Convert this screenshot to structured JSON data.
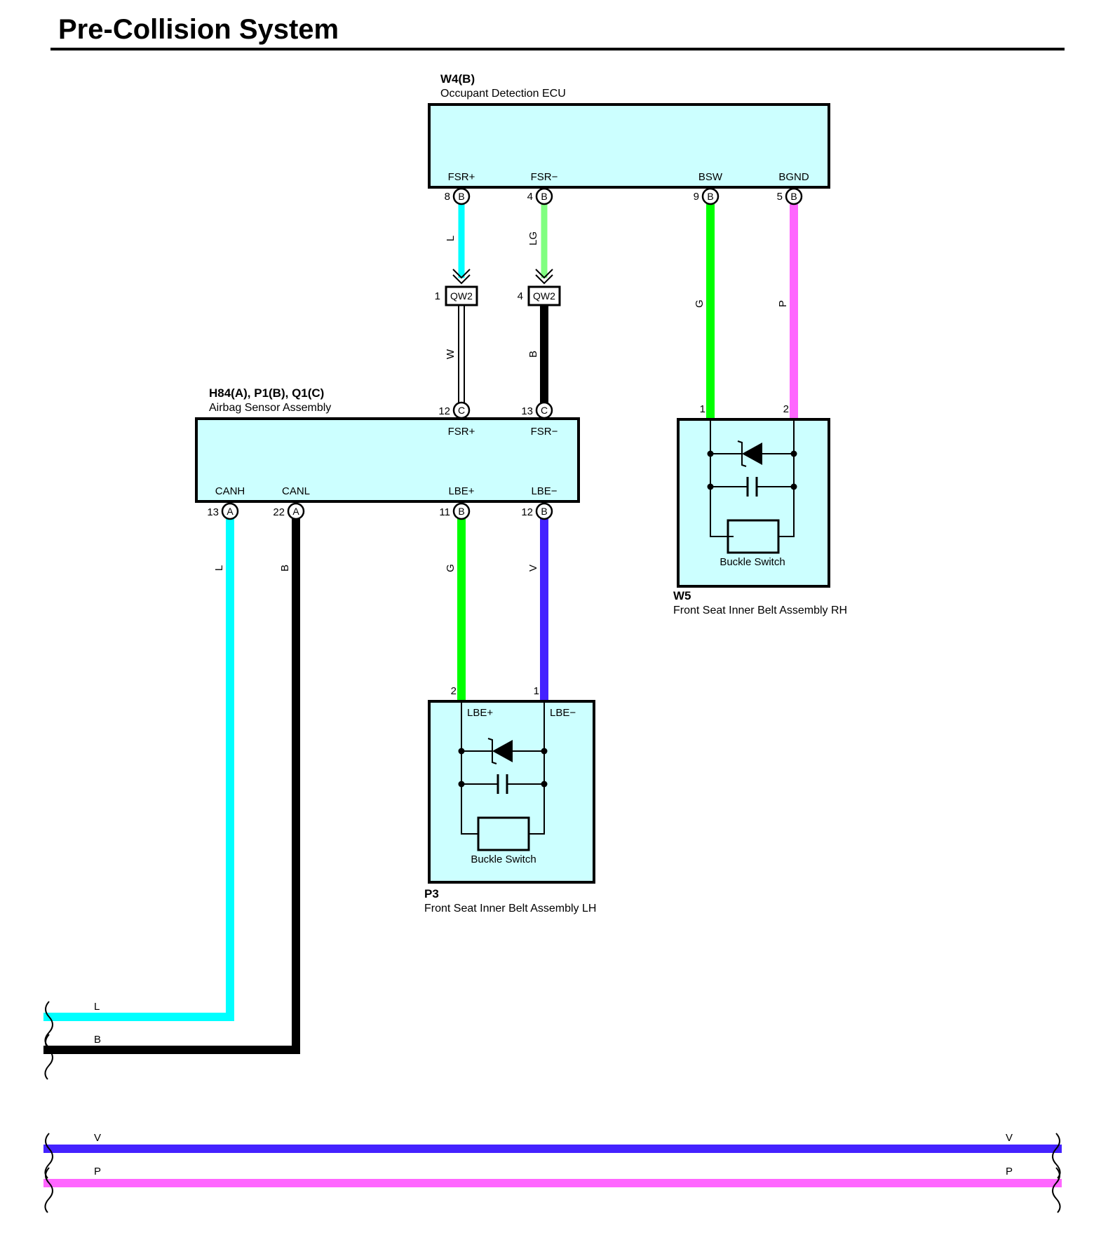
{
  "title": "Pre-Collision System",
  "colors": {
    "L": "#00ffff",
    "LG": "#80ff80",
    "G": "#00ff00",
    "P": "#ff66ff",
    "V": "#4422ff",
    "B": "#000000",
    "W": "#ffffff",
    "box_fill": "#ccffff"
  },
  "components": {
    "ecu": {
      "id": "W4(B)",
      "name": "Occupant Detection ECU",
      "pins": [
        {
          "label": "FSR+",
          "num": "8",
          "code": "B"
        },
        {
          "label": "FSR−",
          "num": "4",
          "code": "B"
        },
        {
          "label": "BSW",
          "num": "9",
          "code": "B"
        },
        {
          "label": "BGND",
          "num": "5",
          "code": "B"
        }
      ]
    },
    "airbag": {
      "id": "H84(A), P1(B), Q1(C)",
      "name": "Airbag Sensor Assembly",
      "top_pins": [
        {
          "label": "FSR+",
          "num": "12",
          "code": "C"
        },
        {
          "label": "FSR−",
          "num": "13",
          "code": "C"
        }
      ],
      "bottom_pins": [
        {
          "label": "CANH",
          "num": "13",
          "code": "A"
        },
        {
          "label": "CANL",
          "num": "22",
          "code": "A"
        },
        {
          "label": "LBE+",
          "num": "11",
          "code": "B"
        },
        {
          "label": "LBE−",
          "num": "12",
          "code": "B"
        }
      ]
    },
    "belt_rh": {
      "id": "W5",
      "name": "Front Seat Inner Belt Assembly RH",
      "inner_label": "Buckle Switch",
      "pins": [
        "1",
        "2"
      ]
    },
    "belt_lh": {
      "id": "P3",
      "name": "Front Seat Inner Belt Assembly LH",
      "inner_label": "Buckle Switch",
      "pins": [
        "2",
        "1"
      ],
      "pin_labels": [
        "LBE+",
        "LBE−"
      ]
    }
  },
  "connectors": [
    {
      "name": "QW2",
      "pin": "1"
    },
    {
      "name": "QW2",
      "pin": "4"
    }
  ],
  "wires": {
    "ecu_fsr_plus": "L",
    "ecu_fsr_minus": "LG",
    "qw2_pin1_to_airbag": "W",
    "qw2_pin4_to_airbag": "B",
    "ecu_bsw": "G",
    "ecu_bgnd": "P",
    "airbag_canh": "L",
    "airbag_canl": "B",
    "airbag_lbe_plus": "G",
    "airbag_lbe_minus": "V"
  },
  "continuations": [
    {
      "color": "L",
      "left": "L",
      "right": ""
    },
    {
      "color": "B",
      "left": "B",
      "right": ""
    },
    {
      "color": "V",
      "left": "V",
      "right": "V"
    },
    {
      "color": "P",
      "left": "P",
      "right": "P"
    }
  ]
}
